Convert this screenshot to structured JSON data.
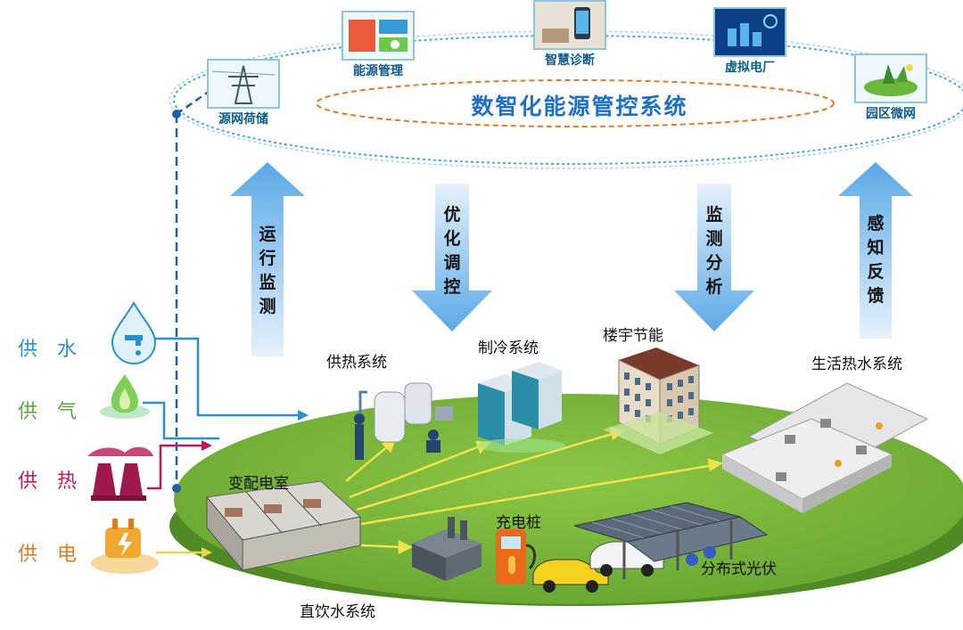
{
  "system": {
    "title": "数智化能源管控系统"
  },
  "apps": [
    {
      "name": "源网荷储",
      "icon": "pylon-icon"
    },
    {
      "name": "能源管理",
      "icon": "dashboard-icon"
    },
    {
      "name": "智慧诊断",
      "icon": "smart-home-icon"
    },
    {
      "name": "虚拟电厂",
      "icon": "virtual-plant-icon"
    },
    {
      "name": "园区微网",
      "icon": "park-grid-icon"
    }
  ],
  "flows": [
    {
      "text": "运行监测",
      "direction": "up"
    },
    {
      "text": "优化调控",
      "direction": "down"
    },
    {
      "text": "监测分析",
      "direction": "down"
    },
    {
      "text": "感知反馈",
      "direction": "up"
    }
  ],
  "sources": [
    {
      "label": "供水",
      "color": "#2a8fd0",
      "icon": "water-drop-icon"
    },
    {
      "label": "供气",
      "color": "#5aa83a",
      "icon": "gas-flame-icon"
    },
    {
      "label": "供热",
      "color": "#c0185a",
      "icon": "heat-plant-icon"
    },
    {
      "label": "供电",
      "color": "#e07a1a",
      "icon": "power-plug-icon"
    }
  ],
  "facilities": {
    "heating": "供热系统",
    "cooling": "制冷系统",
    "building": "楼宇节能",
    "hot_water": "生活热水系统",
    "substation": "变配电室",
    "charging": "充电桩",
    "pv": "分布式光伏",
    "drinking_water": "直饮水系统"
  },
  "colors": {
    "title_blue": "#1e6fc6",
    "ring_blue": "#4aa9d8",
    "arrow_blue": "#5aa9e6",
    "ground_green": "#7db83c",
    "dashed_line": "#1e5fa8",
    "feed_yellow": "#e8d84a"
  }
}
